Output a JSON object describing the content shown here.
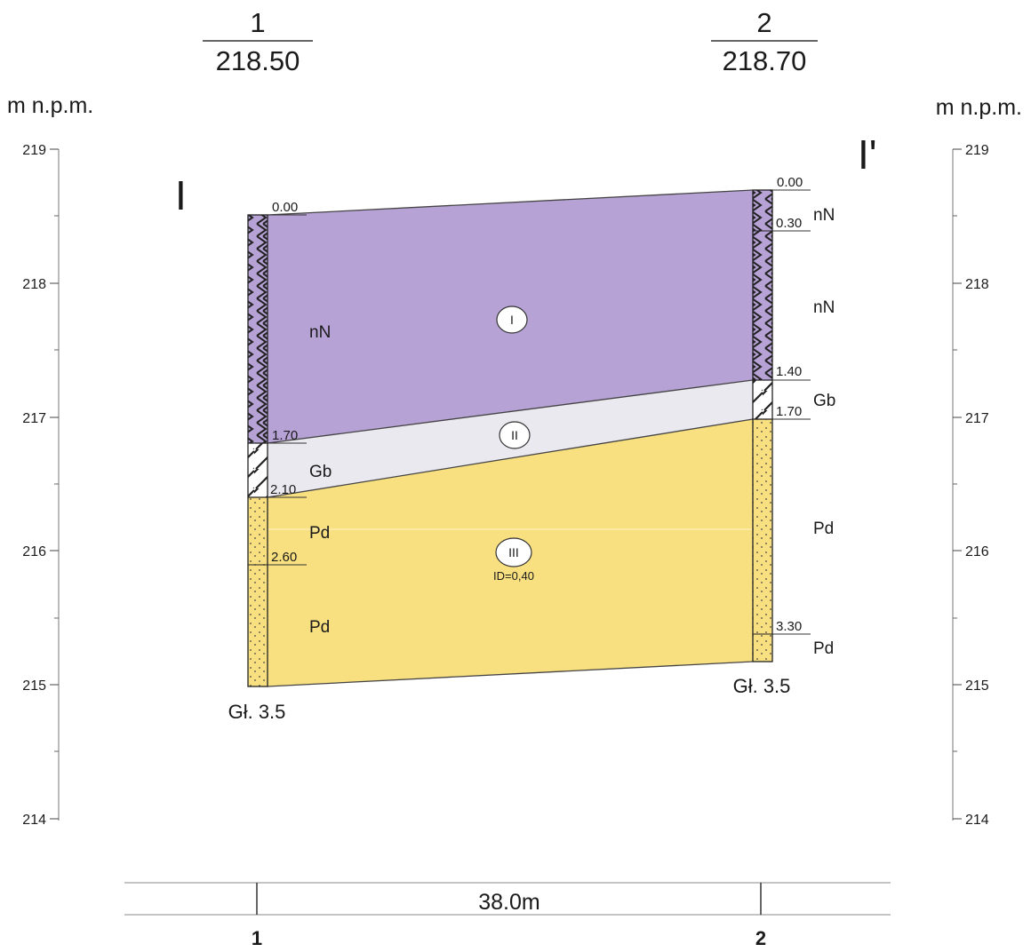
{
  "borehole_1": {
    "number": "1",
    "elevation": "218.50",
    "depths": [
      "0.00",
      "1.70",
      "2.10",
      "2.60"
    ],
    "soils": [
      "nN",
      "Gb",
      "Pd",
      "Pd"
    ],
    "final_depth": "Gł. 3.5",
    "bottom_label": "1"
  },
  "borehole_2": {
    "number": "2",
    "elevation": "218.70",
    "depths": [
      "0.00",
      "0.30",
      "1.40",
      "1.70",
      "3.30"
    ],
    "soils": [
      "nN",
      "nN",
      "Gb",
      "Pd",
      "Pd"
    ],
    "final_depth": "Gł. 3.5",
    "bottom_label": "2"
  },
  "axis": {
    "unit_label": "m n.p.m.",
    "ticks": [
      "219",
      "218",
      "217",
      "216",
      "215",
      "214"
    ],
    "range": [
      214,
      219
    ]
  },
  "section": {
    "start_marker": "I",
    "end_marker": "I'",
    "distance_label": "38.0m"
  },
  "layers": [
    {
      "id": "I",
      "color": "#b7a2d6"
    },
    {
      "id": "II",
      "color": "#ebe9f0"
    },
    {
      "id": "III",
      "color": "#f8df80",
      "note": "ID=0,40"
    }
  ],
  "colors": {
    "layer_I": "#b7a2d6",
    "layer_II": "#ebe9f0",
    "layer_III": "#f8df80"
  }
}
